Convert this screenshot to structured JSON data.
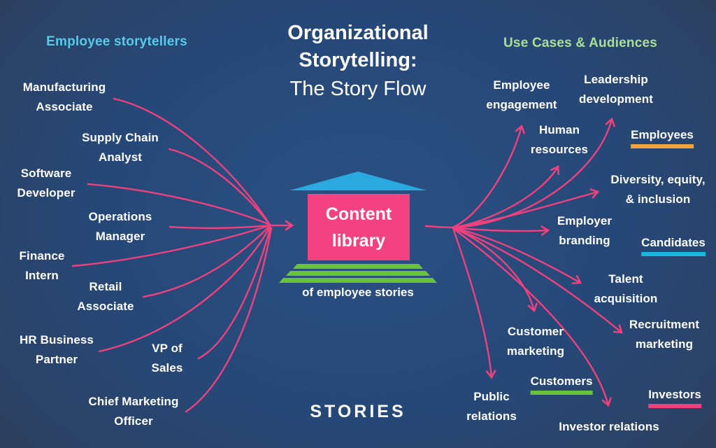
{
  "title": {
    "line1": "Organizational",
    "line2": "Storytelling:",
    "line3": "The Story Flow"
  },
  "left": {
    "heading": "Employee storytellers",
    "storytellers": [
      {
        "id": "manufacturing-associate",
        "line1": "Manufacturing",
        "line2": "Associate"
      },
      {
        "id": "supply-chain-analyst",
        "line1": "Supply Chain",
        "line2": "Analyst"
      },
      {
        "id": "software-developer",
        "line1": "Software",
        "line2": "Developer"
      },
      {
        "id": "operations-manager",
        "line1": "Operations",
        "line2": "Manager"
      },
      {
        "id": "finance-intern",
        "line1": "Finance",
        "line2": "Intern"
      },
      {
        "id": "retail-associate",
        "line1": "Retail",
        "line2": "Associate"
      },
      {
        "id": "hr-business-partner",
        "line1": "HR Business",
        "line2": "Partner"
      },
      {
        "id": "vp-of-sales",
        "line1": "VP of",
        "line2": "Sales"
      },
      {
        "id": "chief-marketing-officer",
        "line1": "Chief Marketing",
        "line2": "Officer"
      }
    ]
  },
  "center": {
    "icon": "library-building-icon",
    "box_line1": "Content",
    "box_line2": "library",
    "caption": "of employee stories"
  },
  "right": {
    "heading": "Use Cases & Audiences",
    "use_cases": [
      {
        "id": "employee-engagement",
        "line1": "Employee",
        "line2": "engagement"
      },
      {
        "id": "leadership-development",
        "line1": "Leadership",
        "line2": "development"
      },
      {
        "id": "human-resources",
        "line1": "Human",
        "line2": "resources"
      },
      {
        "id": "diversity-equity-inclusion",
        "line1": "Diversity, equity,",
        "line2": "& inclusion"
      },
      {
        "id": "employer-branding",
        "line1": "Employer",
        "line2": "branding"
      },
      {
        "id": "talent-acquisition",
        "line1": "Talent",
        "line2": "acquisition"
      },
      {
        "id": "recruitment-marketing",
        "line1": "Recruitment",
        "line2": "marketing"
      },
      {
        "id": "customer-marketing",
        "line1": "Customer",
        "line2": "marketing"
      },
      {
        "id": "public-relations",
        "line1": "Public",
        "line2": "relations"
      },
      {
        "id": "investor-relations",
        "line1": "Investor relations",
        "line2": ""
      }
    ],
    "audiences": [
      {
        "label": "Employees",
        "underline_color": "#f2a43c"
      },
      {
        "label": "Candidates",
        "underline_color": "#18b7de"
      },
      {
        "label": "Customers",
        "underline_color": "#68c23a"
      },
      {
        "label": "Investors",
        "underline_color": "#f0417e"
      }
    ]
  },
  "logo_text": "STORIES",
  "colors": {
    "background_center": "#264878",
    "background_edge": "#3a3e4a",
    "arrow_pink": "#f0417e",
    "roof_blue": "#2aa8e0",
    "box_pink": "#f4417f",
    "steps_green": "#68c23a",
    "heading_left_cyan": "#56cce9",
    "heading_right_green": "#a9e093",
    "label_white": "#ffffff"
  }
}
